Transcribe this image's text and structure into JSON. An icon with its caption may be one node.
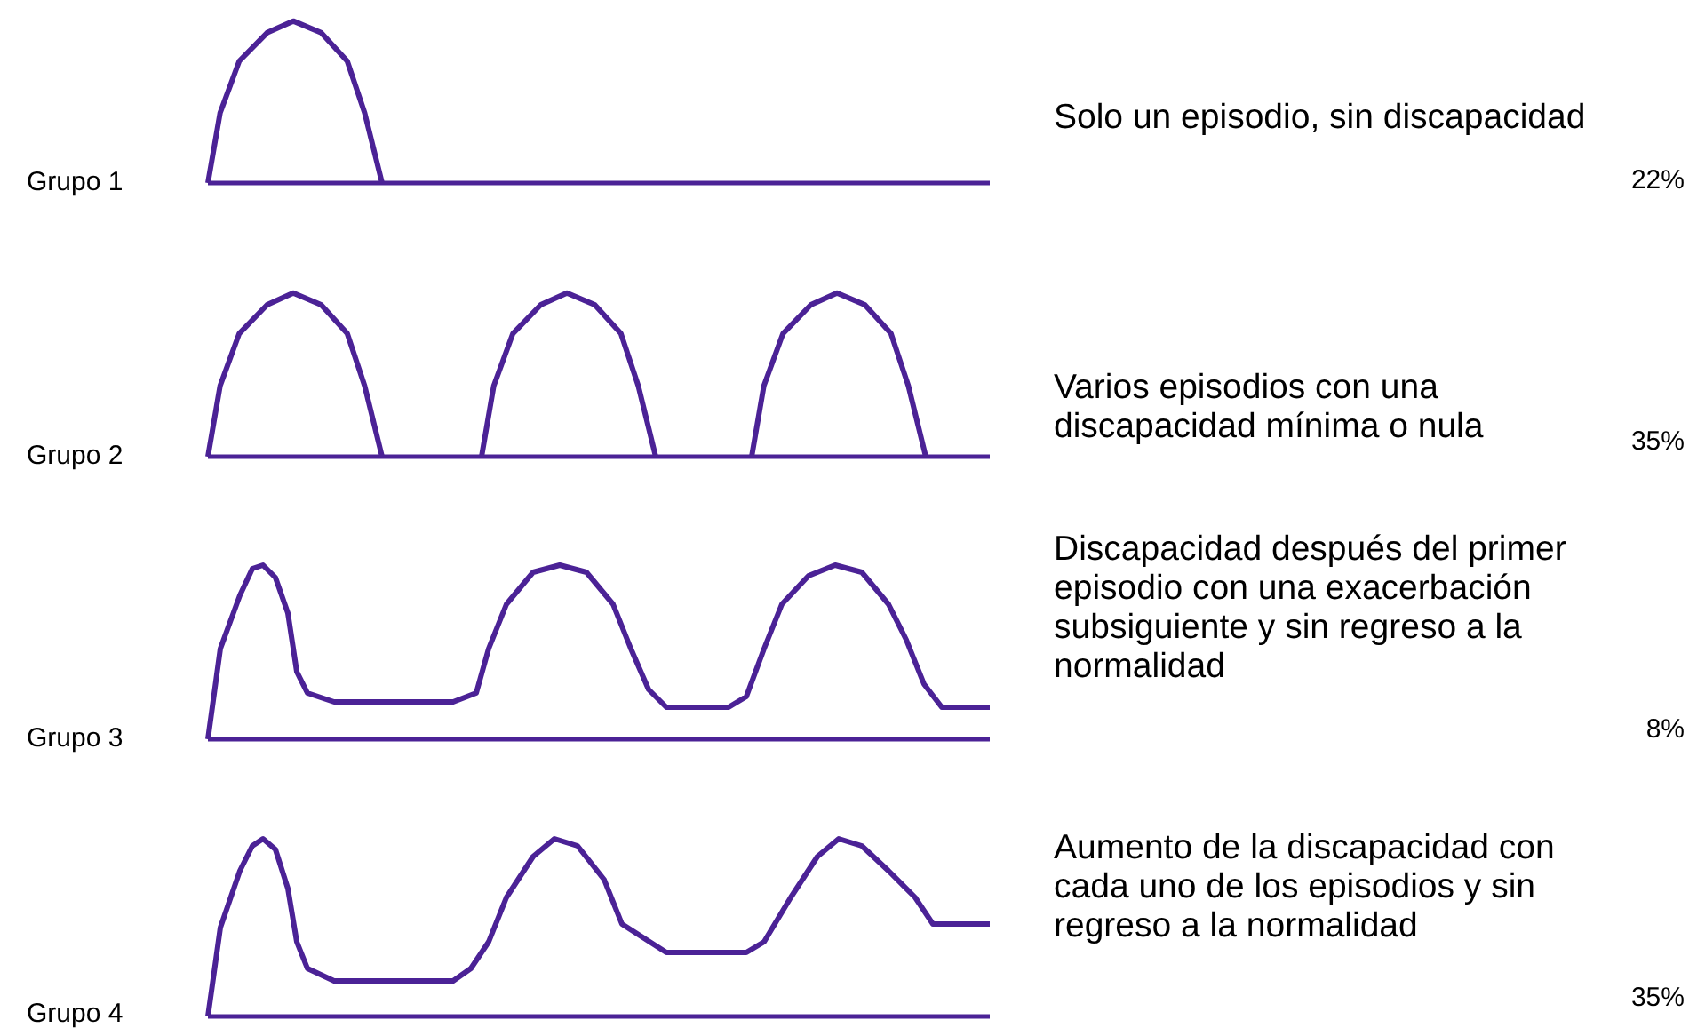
{
  "diagram": {
    "labels": [
      "Grupo 1",
      "Solo un episodio, sin discapacidad",
      "22%",
      "Grupo 2",
      "Varios episodios con una discapacidad mínima o nula",
      "35%",
      "Grupo 3",
      "Discapacidad después del primer episodio con una exacerbación subsiguiente y sin regreso a la normalidad",
      "8%",
      "Grupo 4",
      "Aumento de la discapacidad con cada uno de los episodios y sin regreso a la normalidad",
      "35%"
    ]
  }
}
